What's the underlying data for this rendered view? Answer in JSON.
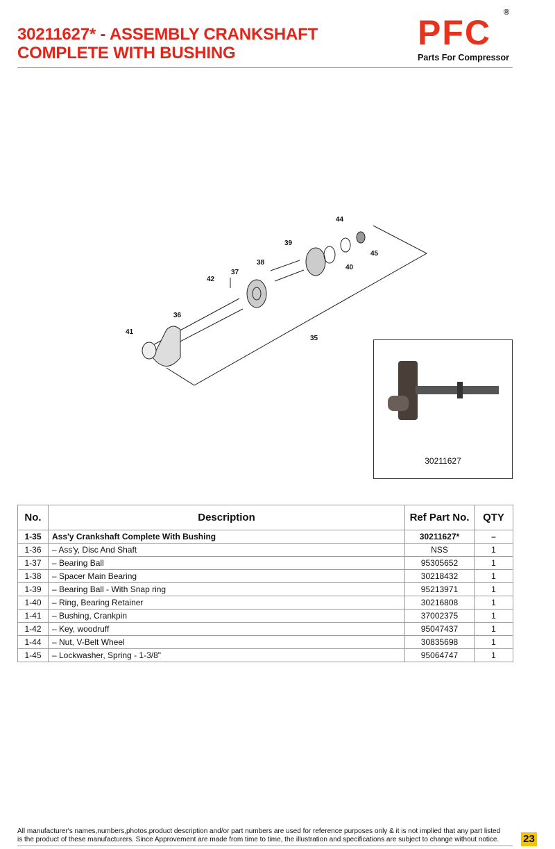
{
  "header": {
    "title_line1": "30211627* - ASSEMBLY CRANKSHAFT",
    "title_line2": "COMPLETE WITH BUSHING",
    "logo_text": "PFC",
    "logo_reg": "®",
    "logo_tagline": "Parts For Compressor"
  },
  "diagram": {
    "callouts": [
      "44",
      "39",
      "45",
      "38",
      "40",
      "42",
      "37",
      "36",
      "41",
      "35"
    ]
  },
  "photo": {
    "caption": "30211627"
  },
  "table": {
    "headers": [
      "No.",
      "Description",
      "Ref Part No.",
      "QTY"
    ],
    "rows": [
      [
        "1-35",
        "Ass'y Crankshaft Complete With Bushing",
        "30211627*",
        "–"
      ],
      [
        "1-36",
        "– Ass'y, Disc And Shaft",
        "NSS",
        "1"
      ],
      [
        "1-37",
        "– Bearing Ball",
        "95305652",
        "1"
      ],
      [
        "1-38",
        "– Spacer Main Bearing",
        "30218432",
        "1"
      ],
      [
        "1-39",
        "– Bearing Ball - With Snap ring",
        "95213971",
        "1"
      ],
      [
        "1-40",
        "– Ring, Bearing Retainer",
        "30216808",
        "1"
      ],
      [
        "1-41",
        "– Bushing, Crankpin",
        "37002375",
        "1"
      ],
      [
        "1-42",
        "– Key, woodruff",
        "95047437",
        "1"
      ],
      [
        "1-44",
        "– Nut, V-Belt Wheel",
        "30835698",
        "1"
      ],
      [
        "1-45",
        "– Lockwasher, Spring - 1-3/8\"",
        "95064747",
        "1"
      ]
    ]
  },
  "footer": {
    "line1": "All manufacturer's names,numbers,photos,product description and/or part numbers are used for reference purposes only & it is not implied that any part listed",
    "line2": "is the product of these manufacturers.  Since Approvement are made from time to time,  the illustration and specifications are subject to change without notice.",
    "page_number": "23"
  }
}
